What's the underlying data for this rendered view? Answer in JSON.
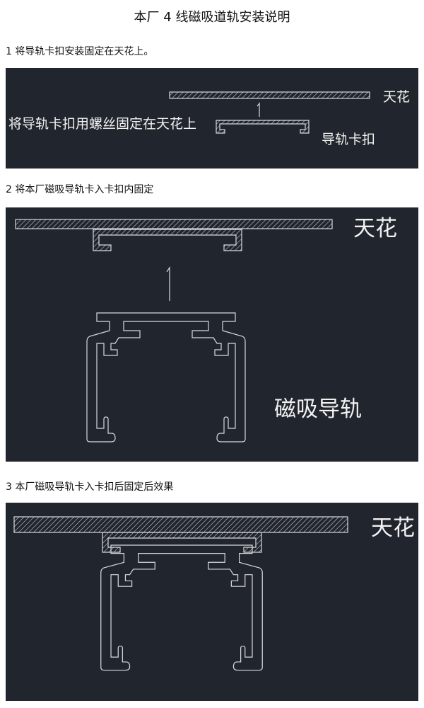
{
  "title": "本厂 4 线磁吸道轨安装说明",
  "steps": [
    {
      "heading": "1 将导轨卡扣安装固定在天花上。",
      "labels": {
        "ceiling": "天花",
        "clip": "导轨卡扣",
        "note": "将导轨卡扣用螺丝固定在天花上",
        "marker": "1"
      }
    },
    {
      "heading": "2 将本厂磁吸导轨卡入卡扣内固定",
      "labels": {
        "ceiling": "天花",
        "rail": "磁吸导轨",
        "marker": "1"
      }
    },
    {
      "heading": "3  本厂磁吸导轨卡入卡扣后固定后效果",
      "labels": {
        "ceiling": "天花"
      }
    }
  ],
  "colors": {
    "panel_bg": "#21252d",
    "line": "#d8dadc"
  }
}
